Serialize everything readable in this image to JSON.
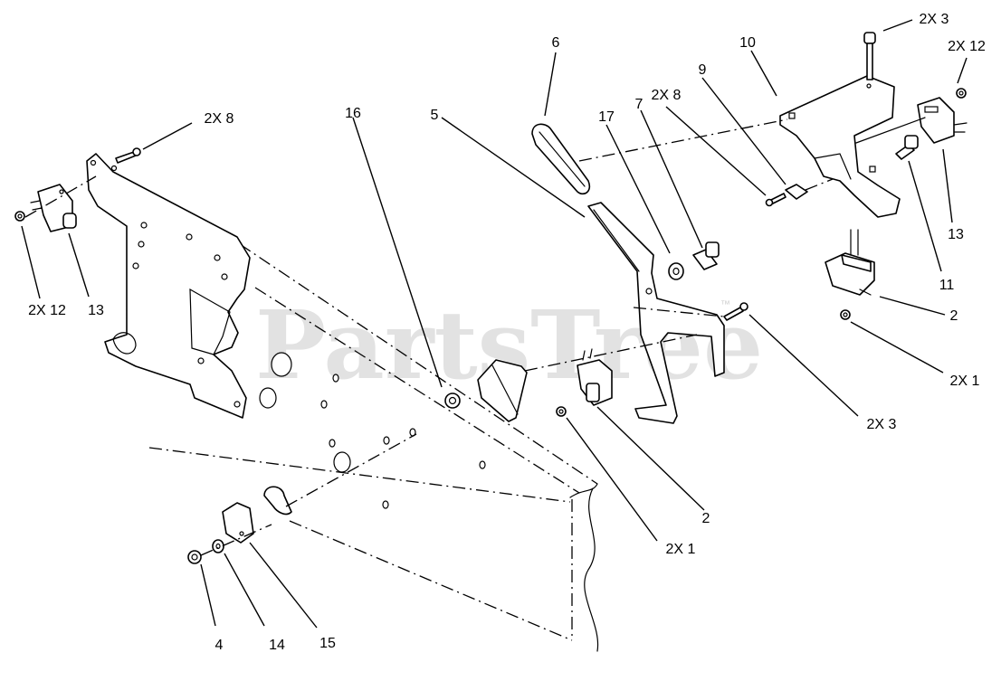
{
  "watermark": {
    "text": "PartsTree",
    "trademark": "™"
  },
  "callouts": [
    {
      "id": "c-6",
      "text": "6"
    },
    {
      "id": "c-10",
      "text": "10"
    },
    {
      "id": "c-2x3-top",
      "text": "2X 3"
    },
    {
      "id": "c-2x12-right",
      "text": "2X 12"
    },
    {
      "id": "c-16",
      "text": "16"
    },
    {
      "id": "c-5",
      "text": "5"
    },
    {
      "id": "c-9",
      "text": "9"
    },
    {
      "id": "c-7",
      "text": "7"
    },
    {
      "id": "c-2x8-mid",
      "text": "2X 8"
    },
    {
      "id": "c-17",
      "text": "17"
    },
    {
      "id": "c-2x8-left",
      "text": "2X 8"
    },
    {
      "id": "c-13-right",
      "text": "13"
    },
    {
      "id": "c-11",
      "text": "11"
    },
    {
      "id": "c-2-right",
      "text": "2"
    },
    {
      "id": "c-2x1-right",
      "text": "2X 1"
    },
    {
      "id": "c-2x3-bottom",
      "text": "2X 3"
    },
    {
      "id": "c-2x12-left",
      "text": "2X 12"
    },
    {
      "id": "c-13-left",
      "text": "13"
    },
    {
      "id": "c-2-bottom",
      "text": "2"
    },
    {
      "id": "c-2x1-bottom",
      "text": "2X 1"
    },
    {
      "id": "c-4",
      "text": "4"
    },
    {
      "id": "c-14",
      "text": "14"
    },
    {
      "id": "c-15",
      "text": "15"
    }
  ]
}
